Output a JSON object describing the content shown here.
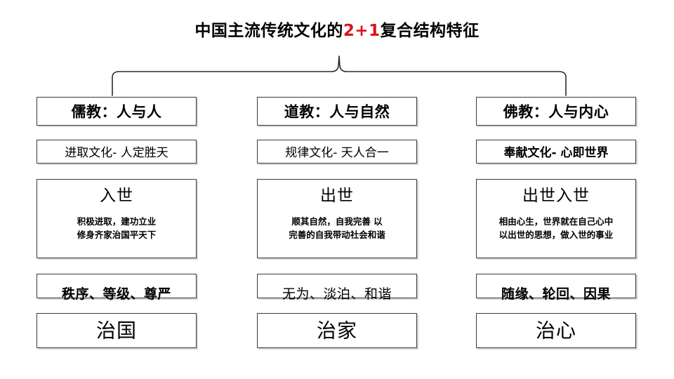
{
  "title": {
    "prefix": "中国主流传统文化的",
    "accent": "2+1",
    "suffix": "复合结构特征",
    "accent_color": "#d8141a"
  },
  "bracket": {
    "name": "curly-bracket-connector",
    "stroke_color": "#2b2b2b"
  },
  "columns": [
    {
      "header": "儒教：人与人",
      "subtitle": "进取文化- 人定胜天",
      "subtitle_bold": false,
      "headline": "入世",
      "detail_lines": [
        "积极进取，建功立业",
        "修身齐家治国平天下"
      ],
      "keywords": "秩序、等级、尊严",
      "keywords_bold": true,
      "footer": "治国"
    },
    {
      "header": "道教：人与自然",
      "subtitle": "规律文化- 天人合一",
      "subtitle_bold": false,
      "headline": "出世",
      "detail_lines": [
        "顺其自然，自我完善 以",
        "完善的自我带动社会和谐"
      ],
      "keywords": "无为、淡泊、和谐",
      "keywords_bold": false,
      "footer": "治家"
    },
    {
      "header": "佛教：人与内心",
      "subtitle": "奉献文化- 心即世界",
      "subtitle_bold": true,
      "headline": "出世入世",
      "detail_lines": [
        "相由心生，世界就在自己心中",
        "以出世的思想，做入世的事业"
      ],
      "keywords": "随缘、轮回、因果",
      "keywords_bold": true,
      "footer": "治心"
    }
  ],
  "theme": {
    "background": "#ffffff",
    "box_border": "#3b3b3b",
    "text_color": "#000000"
  }
}
